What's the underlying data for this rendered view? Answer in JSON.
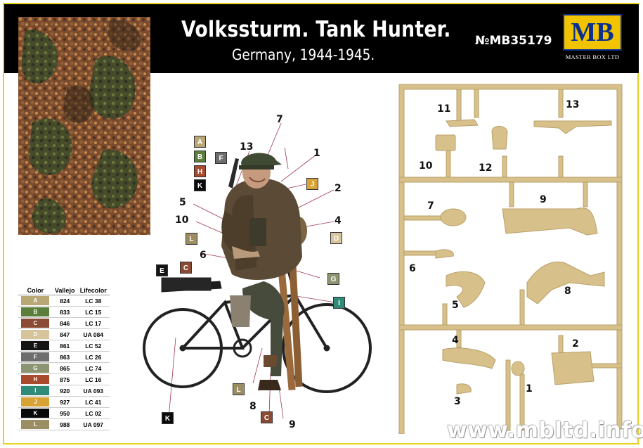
{
  "header": {
    "title": "Volkssturm. Tank Hunter.",
    "subtitle": "Germany, 1944-1945.",
    "code": "№MB35179"
  },
  "logo": {
    "text": "MB",
    "sub": "MASTER BOX LTD"
  },
  "color_table": {
    "headers": [
      "Color",
      "Vallejo",
      "Lifecolor"
    ],
    "rows": [
      {
        "letter": "A",
        "vallejo": "824",
        "lifecolor": "LC 38",
        "hex": "#b9a875"
      },
      {
        "letter": "B",
        "vallejo": "833",
        "lifecolor": "LC 15",
        "hex": "#5b7f3a"
      },
      {
        "letter": "C",
        "vallejo": "846",
        "lifecolor": "LC 17",
        "hex": "#8a4a33"
      },
      {
        "letter": "D",
        "vallejo": "847",
        "lifecolor": "UA 084",
        "hex": "#d8c49a"
      },
      {
        "letter": "E",
        "vallejo": "861",
        "lifecolor": "LC 52",
        "hex": "#141414"
      },
      {
        "letter": "F",
        "vallejo": "863",
        "lifecolor": "LC 26",
        "hex": "#6e6e6e"
      },
      {
        "letter": "G",
        "vallejo": "865",
        "lifecolor": "LC 74",
        "hex": "#8c9572"
      },
      {
        "letter": "H",
        "vallejo": "875",
        "lifecolor": "LC 16",
        "hex": "#a84a2e"
      },
      {
        "letter": "I",
        "vallejo": "920",
        "lifecolor": "UA 093",
        "hex": "#2f8a78"
      },
      {
        "letter": "J",
        "vallejo": "927",
        "lifecolor": "LC 41",
        "hex": "#d9a235"
      },
      {
        "letter": "K",
        "vallejo": "950",
        "lifecolor": "LC 02",
        "hex": "#0a0a0a"
      },
      {
        "letter": "L",
        "vallejo": "988",
        "lifecolor": "UA 097",
        "hex": "#9b8e62"
      }
    ]
  },
  "figure_callouts": {
    "numbers": [
      "7",
      "13",
      "1",
      "2",
      "5",
      "10",
      "4",
      "6",
      "8",
      "9"
    ],
    "letters": [
      "A",
      "B",
      "H",
      "K",
      "F",
      "J",
      "L",
      "D",
      "E",
      "C",
      "G",
      "I",
      "L",
      "C",
      "K"
    ]
  },
  "sprue_numbers": [
    "11",
    "13",
    "10",
    "12",
    "7",
    "9",
    "6",
    "5",
    "8",
    "4",
    "2",
    "3",
    "1"
  ],
  "watermark": "www.mbltd.info",
  "colors": {
    "sprue": "#d8c08a",
    "header_bg": "#000000",
    "frame": "#e6d21a"
  }
}
